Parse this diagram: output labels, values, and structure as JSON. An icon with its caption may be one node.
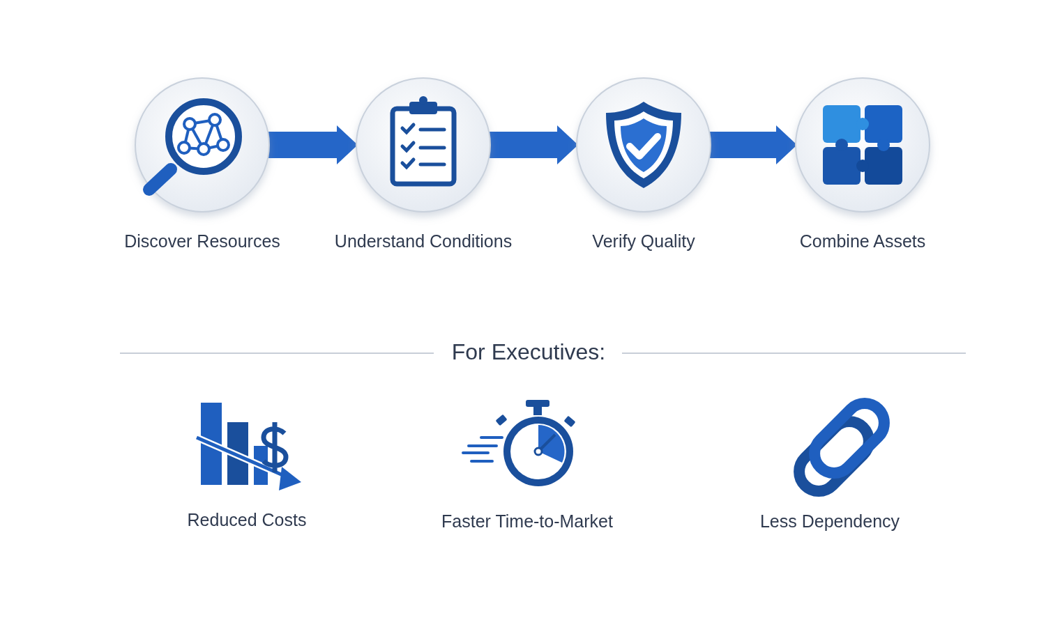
{
  "diagram": {
    "nodes": [
      {
        "text": [
          "Discover Resources"
        ]
      },
      {
        "text": [
          "Understand Conditions"
        ]
      },
      {
        "text": [
          "Verify Quality"
        ]
      },
      {
        "text": [
          "Combine Assets"
        ]
      }
    ],
    "edges": [
      {
        "from": 0,
        "to": 1,
        "arrow": "to"
      },
      {
        "from": 1,
        "to": 2,
        "arrow": "to"
      },
      {
        "from": 2,
        "to": 3,
        "arrow": "to"
      }
    ],
    "labels": [
      "For Executives:",
      "Reduced Costs",
      "Faster Time-to-Market",
      "Less Dependency"
    ]
  }
}
